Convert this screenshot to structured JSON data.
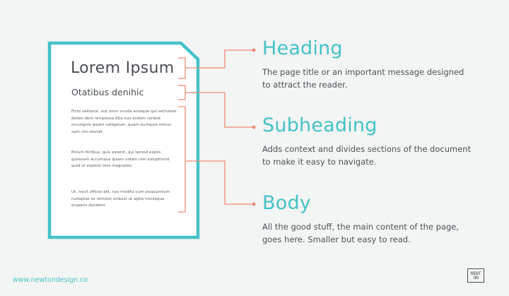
{
  "document": {
    "title": "Lorem Ipsum",
    "subtitle": "Otatibus denihic",
    "paragraphs": [
      "Ficto velitatur, aut omni nusda autaque qui secturest dolles dent rempossa dita nus andem rerfere occulignis ipsam vollaptum, quam eumquia nimus sam con resciet.",
      "Porum fictibus, quis estenit, qui temod explis quossam accumqus ipsam vidam nim voluptincid quid ut explest mos magnates.",
      "Ut, necit officiis alit, nos modita cum oisquuntium nullaptas es remolor eribust ut aptia nonsequa ersperis dundent."
    ]
  },
  "labels": [
    {
      "title": "Heading",
      "description": "The page title or an important message designed to attract the reader."
    },
    {
      "title": "Subheading",
      "description": "Adds context and divides sections of the document to make it easy to navigate."
    },
    {
      "title": "Body",
      "description": "All the good stuff, the main content of the page, goes here. Smaller but easy to read."
    }
  ],
  "footer": {
    "url": "www.newtondesign.co",
    "logo_lines": [
      "NEWT",
      "ON"
    ]
  },
  "colors": {
    "background": "#f3f4f4",
    "document_outline": "#46c2c6",
    "connector": "#ef8a76",
    "label_title": "#46c2c6",
    "text": "#4b4f54"
  }
}
